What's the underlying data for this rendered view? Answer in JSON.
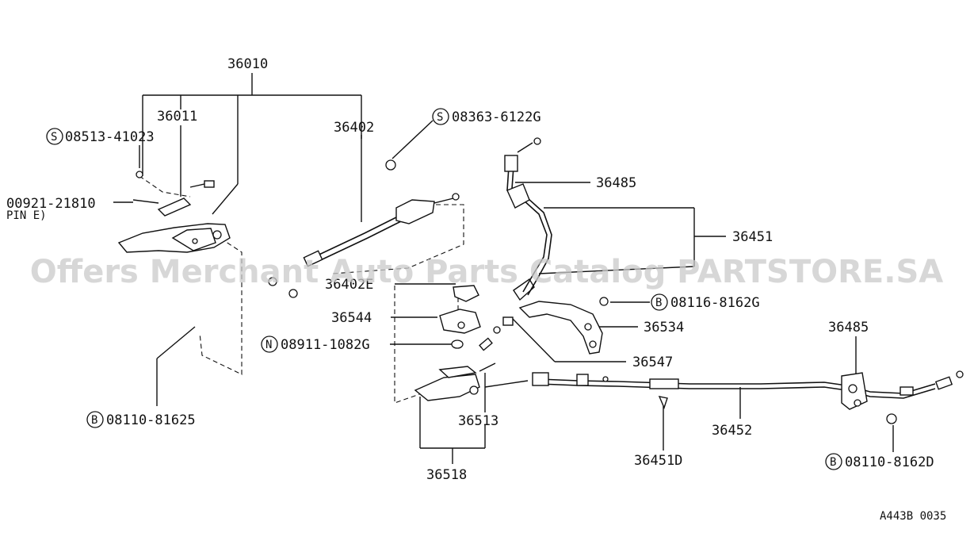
{
  "watermark": "Offers Merchant Auto Parts Catalog PARTSTORE.SA",
  "figure_code": "A443B 0035",
  "labels": {
    "p36010": "36010",
    "p36011": "36011",
    "p36402": "36402",
    "p36402e": "36402E",
    "p36544": "36544",
    "p36485a": "36485",
    "p36485b": "36485",
    "p36451": "36451",
    "p36534": "36534",
    "p36547": "36547",
    "p36513": "36513",
    "p36518": "36518",
    "p36452": "36452",
    "p36451d": "36451D",
    "pin1": "00921-21810",
    "pin2": "PIN E)"
  },
  "callouts": {
    "s1": {
      "letter": "S",
      "text": "08513-41023"
    },
    "s2": {
      "letter": "S",
      "text": "08363-6122G"
    },
    "b1": {
      "letter": "B",
      "text": "08116-8162G"
    },
    "n1": {
      "letter": "N",
      "text": "08911-1082G"
    },
    "b2": {
      "letter": "B",
      "text": "08110-81625"
    },
    "b3": {
      "letter": "B",
      "text": "08110-8162D"
    }
  }
}
